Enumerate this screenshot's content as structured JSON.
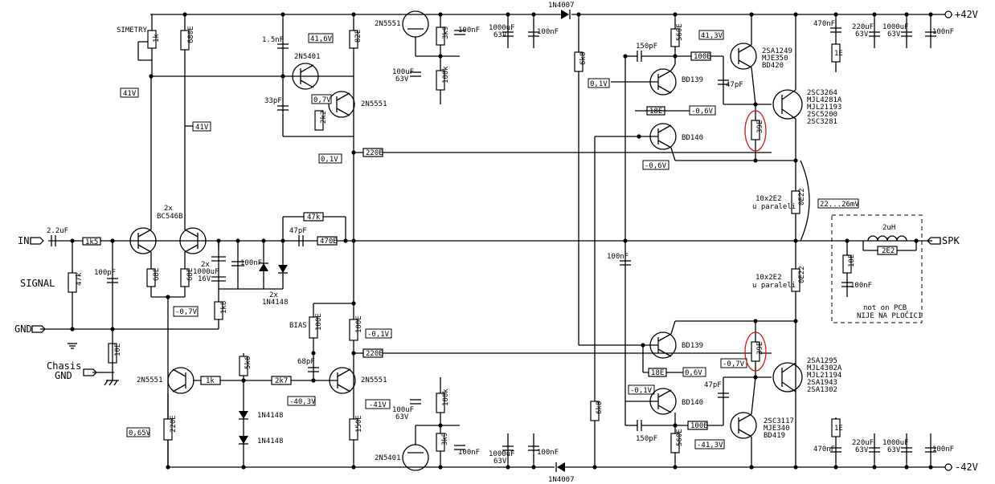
{
  "rails": {
    "positive": "+42V",
    "negative": "-42V"
  },
  "ports": {
    "input": "IN",
    "signal": "SIGNAL",
    "ground": "GND",
    "chassis": "Chasis",
    "chassis2": "GND",
    "speaker": "SPK"
  },
  "input_stage": {
    "cap_in": "2.2uF",
    "r_in": "1k5",
    "r_47k": "47k",
    "c_100pf": "100pF",
    "pair": "2x",
    "pair_type": "BC546B",
    "r_68e_a": "68E",
    "r_68e_b": "68E",
    "symmetry": "SIMETRY",
    "r_sym": "1k",
    "r_680e": "680E",
    "v41_a": "41V",
    "v41_b": "41V",
    "v_07": "-0,7V",
    "r_1k8": "1k8",
    "r_10e": "10E",
    "caps_label": "2x",
    "caps_val": "1000uF",
    "caps_v": "16V",
    "c_100nf": "100nF",
    "diodes_label": "2x",
    "diodes_type": "1N4148"
  },
  "feedback": {
    "r_47k": "47k",
    "c_47pf": "47pF",
    "r_470e": "470E"
  },
  "vas": {
    "c_15nf": "1.5nF",
    "q_pnp": "2N5401",
    "q_npn": "2N5551",
    "c_33pf": "33pF",
    "r_2k2": "2k2",
    "r_82e": "82E",
    "v_416": "41,6V",
    "v_07": "0,7V",
    "v_01": "0,1V",
    "r_220e_top": "220E",
    "r_220e_bot": "220E",
    "bias": "BIAS",
    "r_100e": "100E",
    "r_100e_b": "100E",
    "v_m01": "-0,1V",
    "c_68pf": "68pF",
    "q_low": "2N5551",
    "r_2k7": "2k7",
    "v_m403": "-40,3V",
    "v_m41": "-41V",
    "r_150e": "150E",
    "q_src": "2N5551",
    "r_1k": "1k",
    "r_5k6": "5k6",
    "d1": "1N4148",
    "d2": "1N4148",
    "v_065": "0,65V",
    "r_220e_l": "220E"
  },
  "top_supply": {
    "q_reg": "2N5551",
    "r_3k9": "3k9",
    "c_100nf": "100nF",
    "c_100uf": "100uF",
    "c_100uf_v": "63V",
    "r_100k": "100k",
    "c_1000uf": "1000uF",
    "c_1000uf_v": "63V",
    "c_100nf_b": "100nF",
    "diode": "1N4007"
  },
  "bot_supply": {
    "q_reg": "2N5401",
    "r_3k9": "3k9",
    "c_100nf": "100nF",
    "c_100uf": "100uF",
    "c_100uf_v": "63V",
    "r_100k": "100k",
    "c_1000uf": "1000uF",
    "c_1000uf_v": "63V",
    "c_100nf_b": "100nF",
    "diode": "1N4007"
  },
  "output_upper": {
    "r_6k8": "6k8",
    "c_150pf": "150pF",
    "r_560e": "560E",
    "v_413": "41,3V",
    "r_100e": "100E",
    "drv": [
      "2SA1249",
      "MJE350",
      "BD420"
    ],
    "c_47pf": "47pF",
    "v_01": "0,1V",
    "q_bd139": "BD139",
    "r_18e": "18E",
    "v_m06": "-0,6V",
    "q_bd140": "BD140",
    "v_m06b": "-0,6V",
    "out": [
      "2SC3264",
      "MJL4281A",
      "MJL21193",
      "2SC5200",
      "2SC3281"
    ],
    "r_39e": "39E"
  },
  "output_lower": {
    "r_6k8": "6k8",
    "c_100nf": "100nF",
    "q_bd139": "BD139",
    "r_18e": "18E",
    "v_06": "0,6V",
    "v_m01": "-0,1V",
    "q_bd140": "BD140",
    "c_150pf": "150pF",
    "r_100e": "100E",
    "v_m413": "-41,3V",
    "r_560e": "560E",
    "c_47pf": "47pF",
    "v_m07": "-0,7V",
    "r_39e": "39E",
    "out": [
      "2SA1295",
      "MJL4302A",
      "MJL21194",
      "2SA1943",
      "2SA1302"
    ],
    "drv": [
      "2SC3117",
      "MJE340",
      "BD419"
    ]
  },
  "emitter": {
    "upper": "10x2E2",
    "upper_note": "u paraleli",
    "r_up": "0E22",
    "lower": "10x2E2",
    "lower_note": "u paraleli",
    "r_dn": "0E22",
    "bias_v": "22...26mV"
  },
  "rail_caps": {
    "top_470nf": "470nF",
    "top_1e": "1E",
    "top_220uf": "220uF",
    "top_220uf_v": "63V",
    "top_1000uf": "1000uF",
    "top_1000uf_v": "63V",
    "top_100nf": "100nF",
    "bot_470nf": "470nF",
    "bot_1e": "1E",
    "bot_220uf": "220uF",
    "bot_220uf_v": "63V",
    "bot_1000uf": "1000uF",
    "bot_1000uf_v": "63V",
    "bot_100nf": "100nF"
  },
  "zobel": {
    "l": "2uH",
    "r_l": "2E2",
    "r": "10E",
    "c": "100nF",
    "note1": "not on PCB",
    "note2": "NIJE NA PLOČICI"
  },
  "colors": {
    "highlight": "#d01818"
  }
}
